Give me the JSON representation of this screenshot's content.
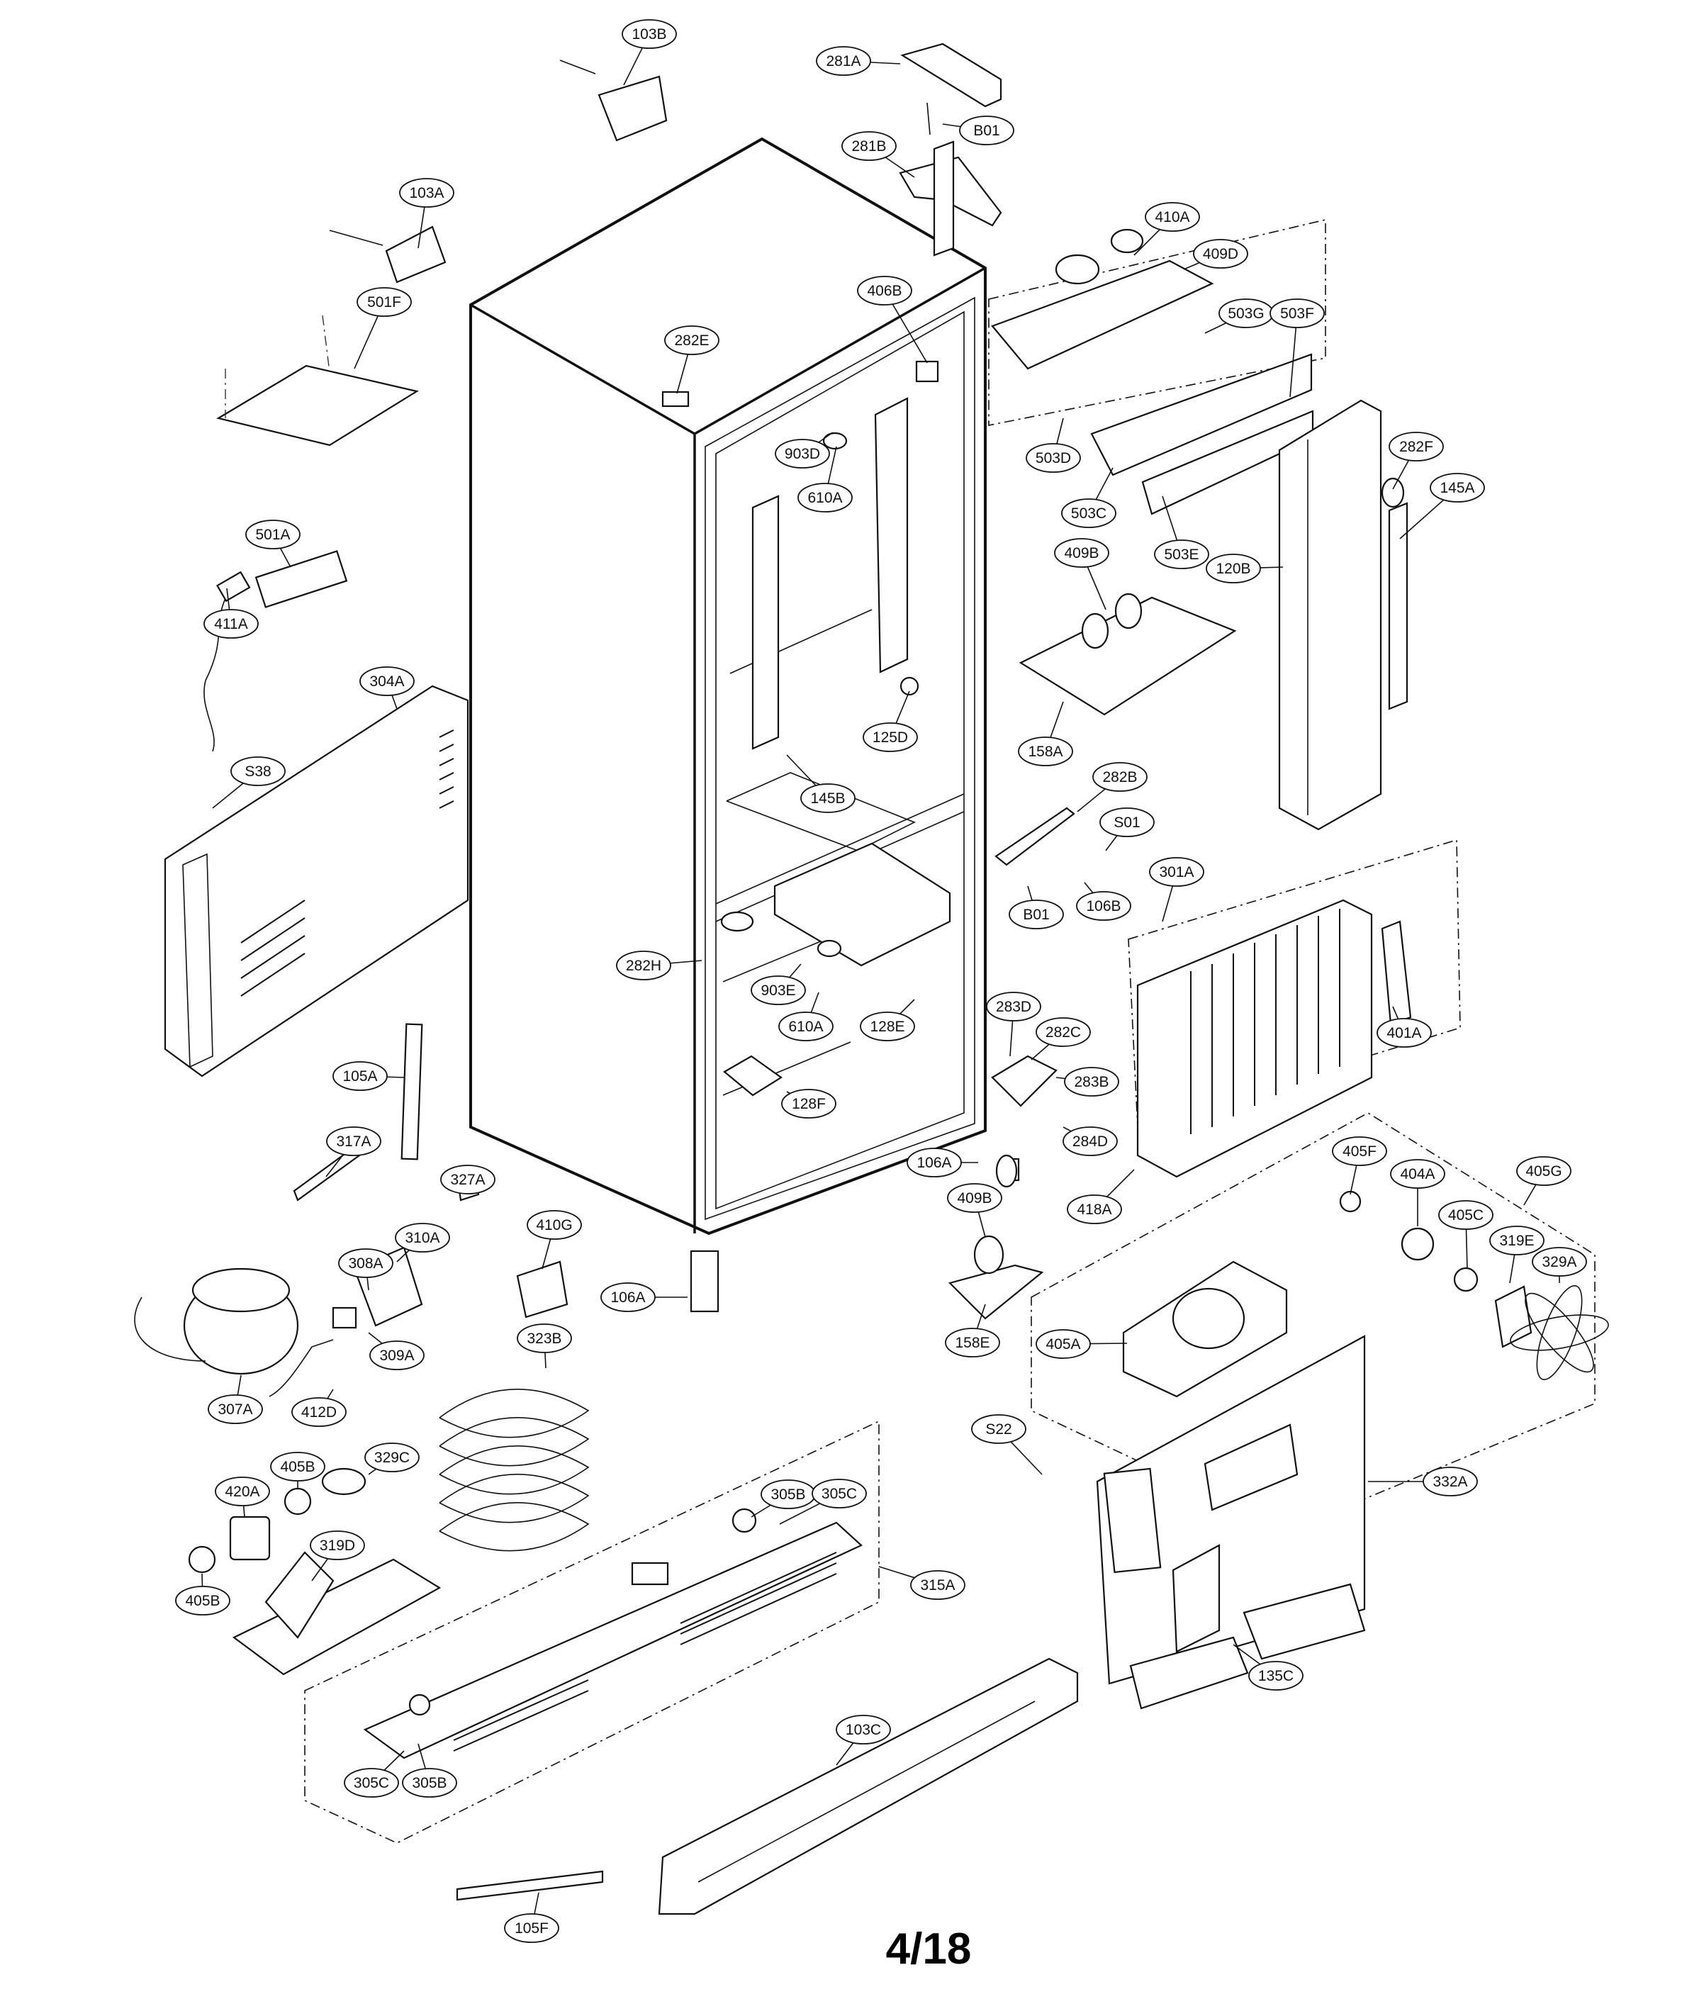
{
  "page": {
    "label": "4/18"
  },
  "callouts": [
    {
      "id": "103B"
    },
    {
      "id": "281A"
    },
    {
      "id": "B01"
    },
    {
      "id": "281B"
    },
    {
      "id": "103A"
    },
    {
      "id": "410A"
    },
    {
      "id": "409D"
    },
    {
      "id": "406B"
    },
    {
      "id": "282E"
    },
    {
      "id": "503G"
    },
    {
      "id": "501F"
    },
    {
      "id": "503F"
    },
    {
      "id": "903D"
    },
    {
      "id": "503D"
    },
    {
      "id": "610A"
    },
    {
      "id": "282F"
    },
    {
      "id": "145A"
    },
    {
      "id": "503C"
    },
    {
      "id": "501A"
    },
    {
      "id": "503E"
    },
    {
      "id": "409B"
    },
    {
      "id": "120B"
    },
    {
      "id": "411A"
    },
    {
      "id": "304A"
    },
    {
      "id": "125D"
    },
    {
      "id": "158A"
    },
    {
      "id": "S38"
    },
    {
      "id": "145B"
    },
    {
      "id": "282B"
    },
    {
      "id": "S01"
    },
    {
      "id": "301A"
    },
    {
      "id": "B01"
    },
    {
      "id": "106B"
    },
    {
      "id": "282H"
    },
    {
      "id": "903E"
    },
    {
      "id": "401A"
    },
    {
      "id": "283D"
    },
    {
      "id": "610A"
    },
    {
      "id": "128E"
    },
    {
      "id": "282C"
    },
    {
      "id": "105A"
    },
    {
      "id": "283B"
    },
    {
      "id": "128F"
    },
    {
      "id": "284D"
    },
    {
      "id": "317A"
    },
    {
      "id": "405F"
    },
    {
      "id": "106A"
    },
    {
      "id": "404A"
    },
    {
      "id": "405G"
    },
    {
      "id": "327A"
    },
    {
      "id": "418A"
    },
    {
      "id": "409B"
    },
    {
      "id": "405C"
    },
    {
      "id": "410G"
    },
    {
      "id": "319E"
    },
    {
      "id": "310A"
    },
    {
      "id": "329A"
    },
    {
      "id": "308A"
    },
    {
      "id": "106A"
    },
    {
      "id": "158E"
    },
    {
      "id": "405A"
    },
    {
      "id": "309A"
    },
    {
      "id": "323B"
    },
    {
      "id": "307A"
    },
    {
      "id": "412D"
    },
    {
      "id": "S22"
    },
    {
      "id": "329C"
    },
    {
      "id": "305B"
    },
    {
      "id": "332A"
    },
    {
      "id": "420A"
    },
    {
      "id": "405B"
    },
    {
      "id": "305C"
    },
    {
      "id": "319D"
    },
    {
      "id": "315A"
    },
    {
      "id": "405B"
    },
    {
      "id": "135C"
    },
    {
      "id": "103C"
    },
    {
      "id": "305C"
    },
    {
      "id": "305B"
    },
    {
      "id": "105F"
    }
  ]
}
